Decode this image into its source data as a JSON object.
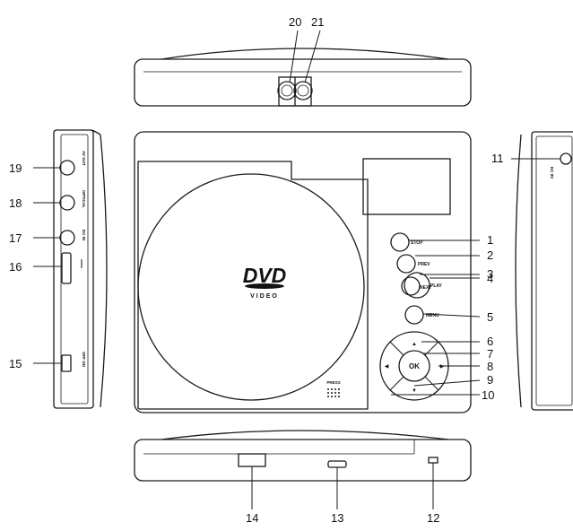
{
  "callouts": [
    "1",
    "2",
    "3",
    "4",
    "5",
    "6",
    "7",
    "8",
    "9",
    "10",
    "11",
    "12",
    "13",
    "14",
    "15",
    "16",
    "17",
    "18",
    "19",
    "20",
    "21"
  ],
  "buttons": {
    "stop": "STOP",
    "prev": "PREV",
    "next": "NEXT",
    "play": "PLAY",
    "menu": "MENU",
    "ok": "OK"
  },
  "logo": {
    "main": "DVD",
    "sub": "VIDEO"
  },
  "press_label": "PRESS",
  "left_side": {
    "av_out": "AV OUT",
    "optical": "OPTICAL",
    "dc": "DC IN",
    "switch": "OFF  ON"
  },
  "right_side": {
    "dc_in": "DC 9V"
  },
  "colors": {
    "line": "#1a1a1a",
    "background": "#ffffff"
  }
}
